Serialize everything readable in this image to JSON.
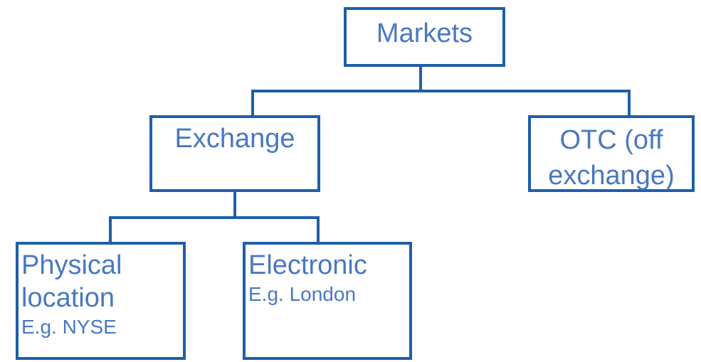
{
  "diagram": {
    "colors": {
      "border": "#1f5fa8",
      "text": "#4a78bf",
      "background": "#ffffff"
    },
    "nodes": {
      "markets": {
        "title": "Markets"
      },
      "exchange": {
        "title": "Exchange"
      },
      "otc": {
        "title_line1": "OTC (off",
        "title_line2": "exchange)"
      },
      "physical": {
        "title_line1": "Physical",
        "title_line2": "location",
        "example": "E.g. NYSE"
      },
      "electronic": {
        "title": "Electronic",
        "example": "E.g. London"
      }
    }
  }
}
